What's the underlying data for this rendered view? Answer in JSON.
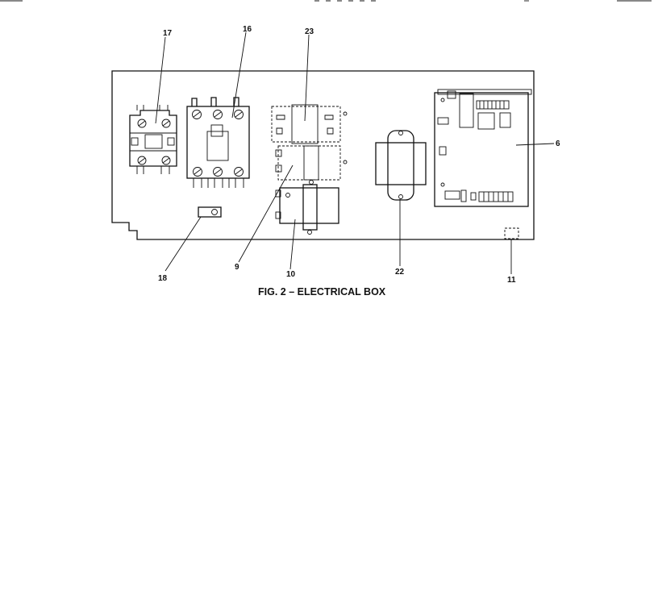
{
  "caption": "FIG. 2 – ELECTRICAL BOX",
  "callouts": {
    "c17": "17",
    "c16": "16",
    "c23": "23",
    "c6": "6",
    "c18": "18",
    "c9": "9",
    "c10": "10",
    "c22": "22",
    "c11": "11"
  }
}
